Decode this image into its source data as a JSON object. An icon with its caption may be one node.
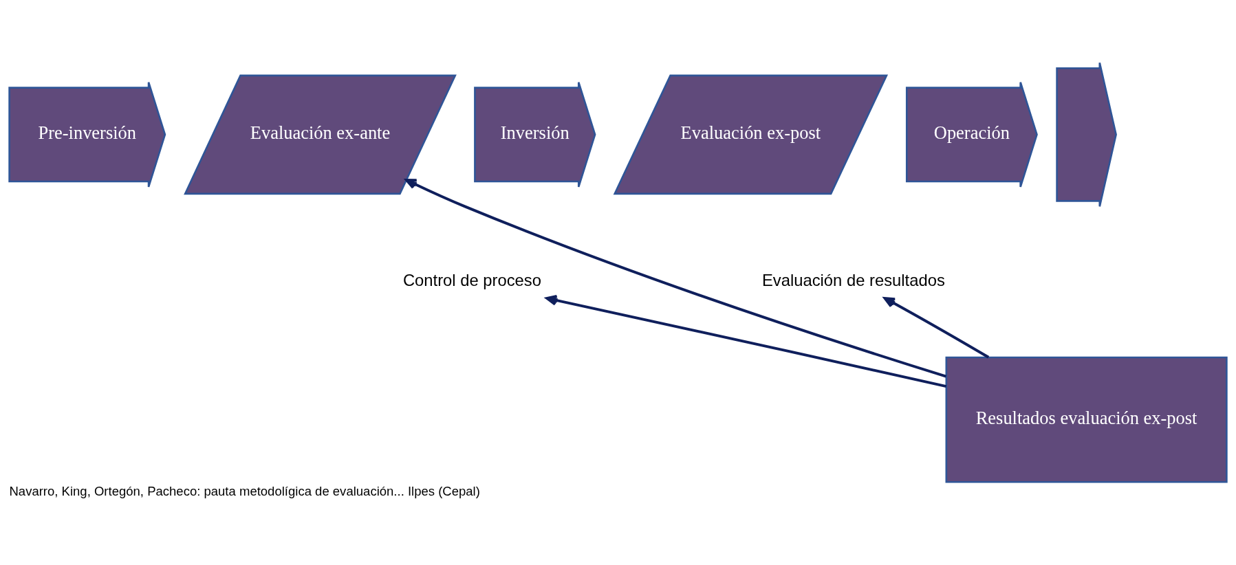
{
  "diagram": {
    "caption": "Navarro, King, Ortegón, Pacheco: pauta metodolígica de evaluación... Ilpes (Cepal)",
    "nodes": [
      {
        "text": [
          "Pre-inversión"
        ]
      },
      {
        "text": [
          "Evaluación ex-ante"
        ]
      },
      {
        "text": [
          "Inversión"
        ]
      },
      {
        "text": [
          "Evaluación ex-post"
        ]
      },
      {
        "text": [
          "Operación"
        ]
      },
      {
        "text": [],
        "shape": "arrow"
      },
      {
        "text": [
          "Resultados evaluación ex-post"
        ]
      },
      {
        "text": [
          "Control de proceso"
        ]
      },
      {
        "text": [
          "Evaluación de resultados"
        ]
      }
    ],
    "edges": [
      {
        "from": 6,
        "to": 1,
        "arrow": "to"
      },
      {
        "from": 6,
        "to": 7,
        "arrow": "to"
      },
      {
        "from": 6,
        "to": 8,
        "arrow": "to"
      }
    ]
  }
}
